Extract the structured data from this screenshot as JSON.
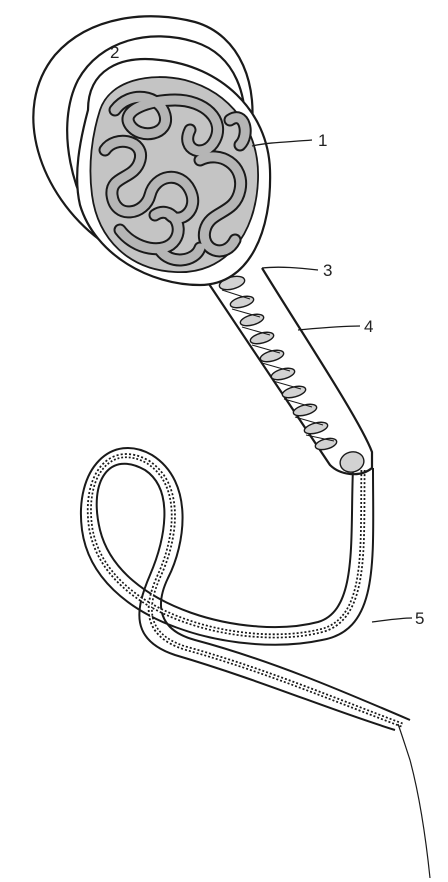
{
  "diagram": {
    "labels": [
      {
        "id": "1",
        "text": "1"
      },
      {
        "id": "2",
        "text": "2"
      },
      {
        "id": "3",
        "text": "3"
      },
      {
        "id": "4",
        "text": "4"
      },
      {
        "id": "5",
        "text": "5"
      }
    ],
    "colors": {
      "outline": "#1a1a1a",
      "nucleus_fill": "#c4c4c4",
      "chromatin": "#b5b5b5",
      "mito_fill": "#d2d2d2",
      "background": "#ffffff"
    }
  }
}
